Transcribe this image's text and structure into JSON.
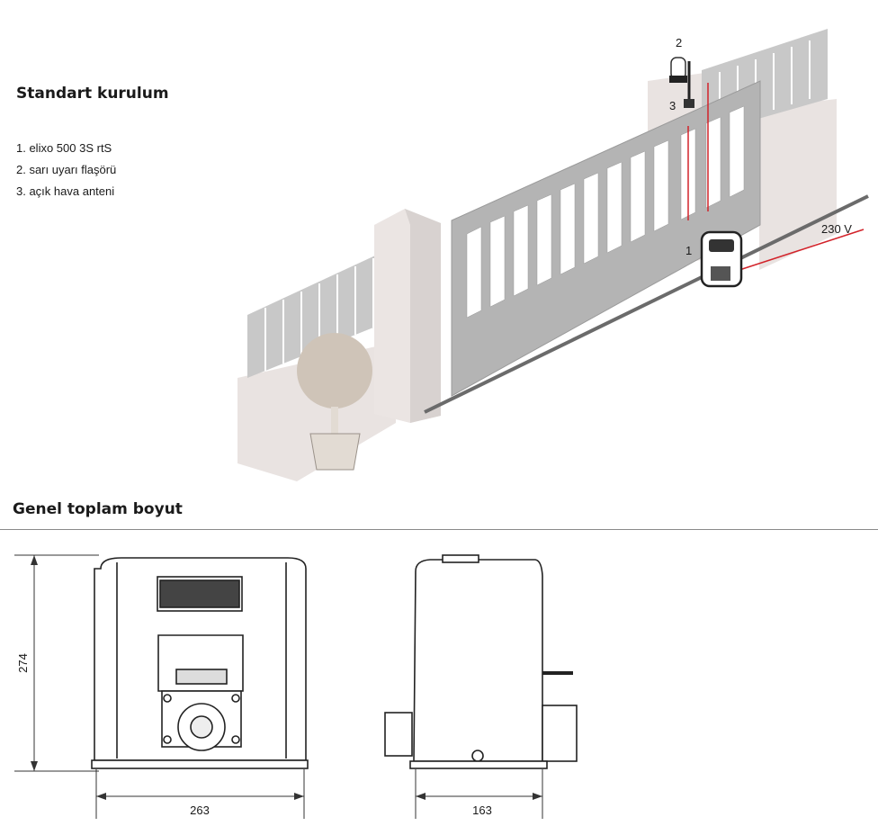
{
  "section1": {
    "title": "Standart kurulum",
    "items": [
      "1. elixo 500 3S rtS",
      "2. sarı uyarı flaşörü",
      "3. açık hava anteni"
    ]
  },
  "diagram": {
    "callouts": [
      "1",
      "2",
      "3"
    ],
    "voltage": "230 V"
  },
  "section2": {
    "title": "Genel toplam boyut",
    "height": "274",
    "front_width": "263",
    "side_width": "163"
  },
  "colors": {
    "gate": "#b4b4b4",
    "wall": "#e9e3e1",
    "wire": "#d2232a"
  }
}
